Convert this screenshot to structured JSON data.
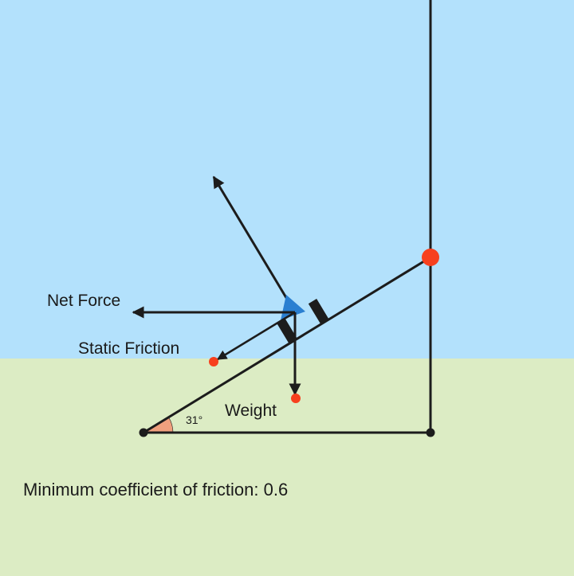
{
  "colors": {
    "sky": "#b3e1fc",
    "ground": "#dcecc4",
    "line": "#1c1c1c",
    "handle_point": "#f7401e",
    "block": "#2a7fd1",
    "angle_fill": "#f0a07e"
  },
  "labels": {
    "net_force": "Net Force",
    "static_friction": "Static Friction",
    "weight": "Weight",
    "angle": "31°"
  },
  "result": {
    "label": "Minimum coefficient of friction:",
    "value": "0.6"
  }
}
